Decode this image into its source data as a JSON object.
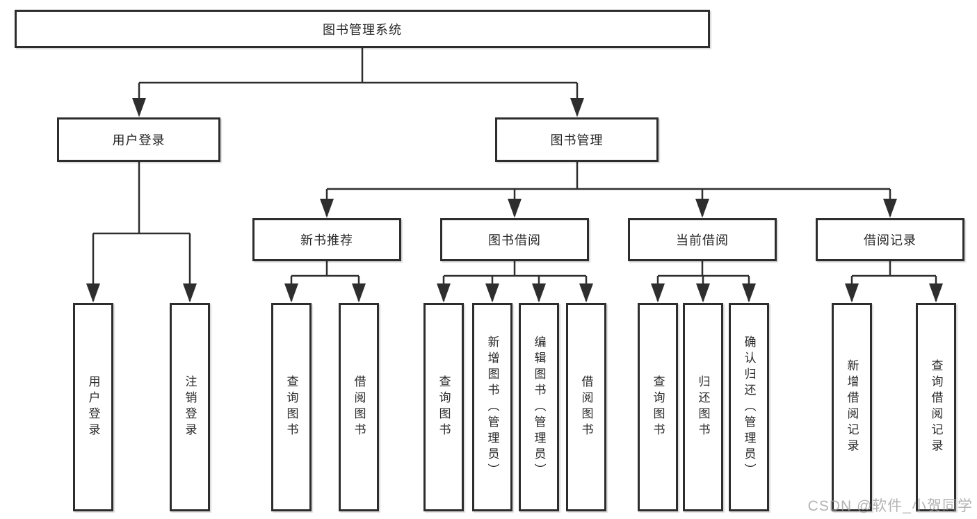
{
  "tree": {
    "root": "图书管理系统",
    "user_login": {
      "label": "用户登录",
      "children": [
        "用户登录",
        "注销登录"
      ]
    },
    "book_management": {
      "label": "图书管理",
      "groups": [
        {
          "label": "新书推荐",
          "children": [
            "查询图书",
            "借阅图书"
          ]
        },
        {
          "label": "图书借阅",
          "children": [
            "查询图书",
            "新增图书（管理员）",
            "编辑图书（管理员）",
            "借阅图书"
          ]
        },
        {
          "label": "当前借阅",
          "children": [
            "查询图书",
            "归还图书",
            "确认归还（管理员）"
          ]
        },
        {
          "label": "借阅记录",
          "children": [
            "新增借阅记录",
            "查询借阅记录"
          ]
        }
      ]
    }
  },
  "watermark": "CSDN @软件_小贺同学",
  "colors": {
    "line": "#2e2e2e",
    "box_border": "#2d2d2d",
    "box_fill": "#ffffff",
    "text": "#262626",
    "watermark": "#9e9e9e"
  }
}
